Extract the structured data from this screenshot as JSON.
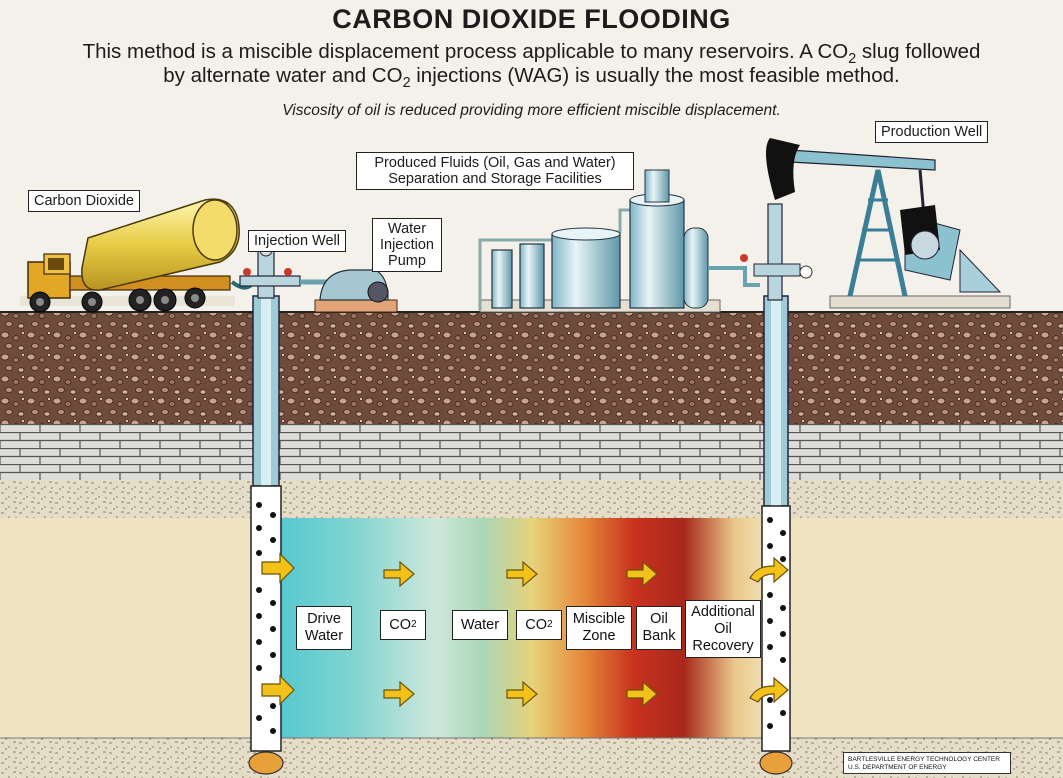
{
  "title": "CARBON DIOXIDE FLOODING",
  "subtitle_line1_a": "This method is a miscible displacement process applicable to many reservoirs. A CO",
  "subtitle_line1_sub": "2",
  "subtitle_line1_b": " slug followed",
  "subtitle_line2_a": "by alternate water and CO",
  "subtitle_line2_sub": "2",
  "subtitle_line2_b": " injections (WAG) is usually the most feasible method.",
  "note": "Viscosity of oil is reduced providing more efficient miscible displacement.",
  "labels": {
    "carbon_dioxide": "Carbon Dioxide",
    "injection_well": "Injection Well",
    "water_pump_1": "Water",
    "water_pump_2": "Injection",
    "water_pump_3": "Pump",
    "produced_fluids_1": "Produced Fluids (Oil, Gas and Water)",
    "produced_fluids_2": "Separation and Storage Facilities",
    "production_well": "Production Well"
  },
  "zones": {
    "drive_water_1": "Drive",
    "drive_water_2": "Water",
    "co2_a": "CO",
    "co2_a_sub": "2",
    "water": "Water",
    "co2_b": "CO",
    "co2_b_sub": "2",
    "miscible_1": "Miscible",
    "miscible_2": "Zone",
    "oil_bank_1": "Oil",
    "oil_bank_2": "Bank",
    "additional_1": "Additional",
    "additional_2": "Oil",
    "additional_3": "Recovery"
  },
  "credit_1": "BARTLESVILLE ENERGY TECHNOLOGY CENTER",
  "credit_2": "U.S. DEPARTMENT OF ENERGY",
  "colors": {
    "soil": "#6e4a3a",
    "limestone": "#d9d9d6",
    "reservoir_sand": "#efe3c2",
    "arrow": "#f2c21a",
    "oil_red": "#c8321e",
    "co2_teal": "#58c8c8"
  }
}
